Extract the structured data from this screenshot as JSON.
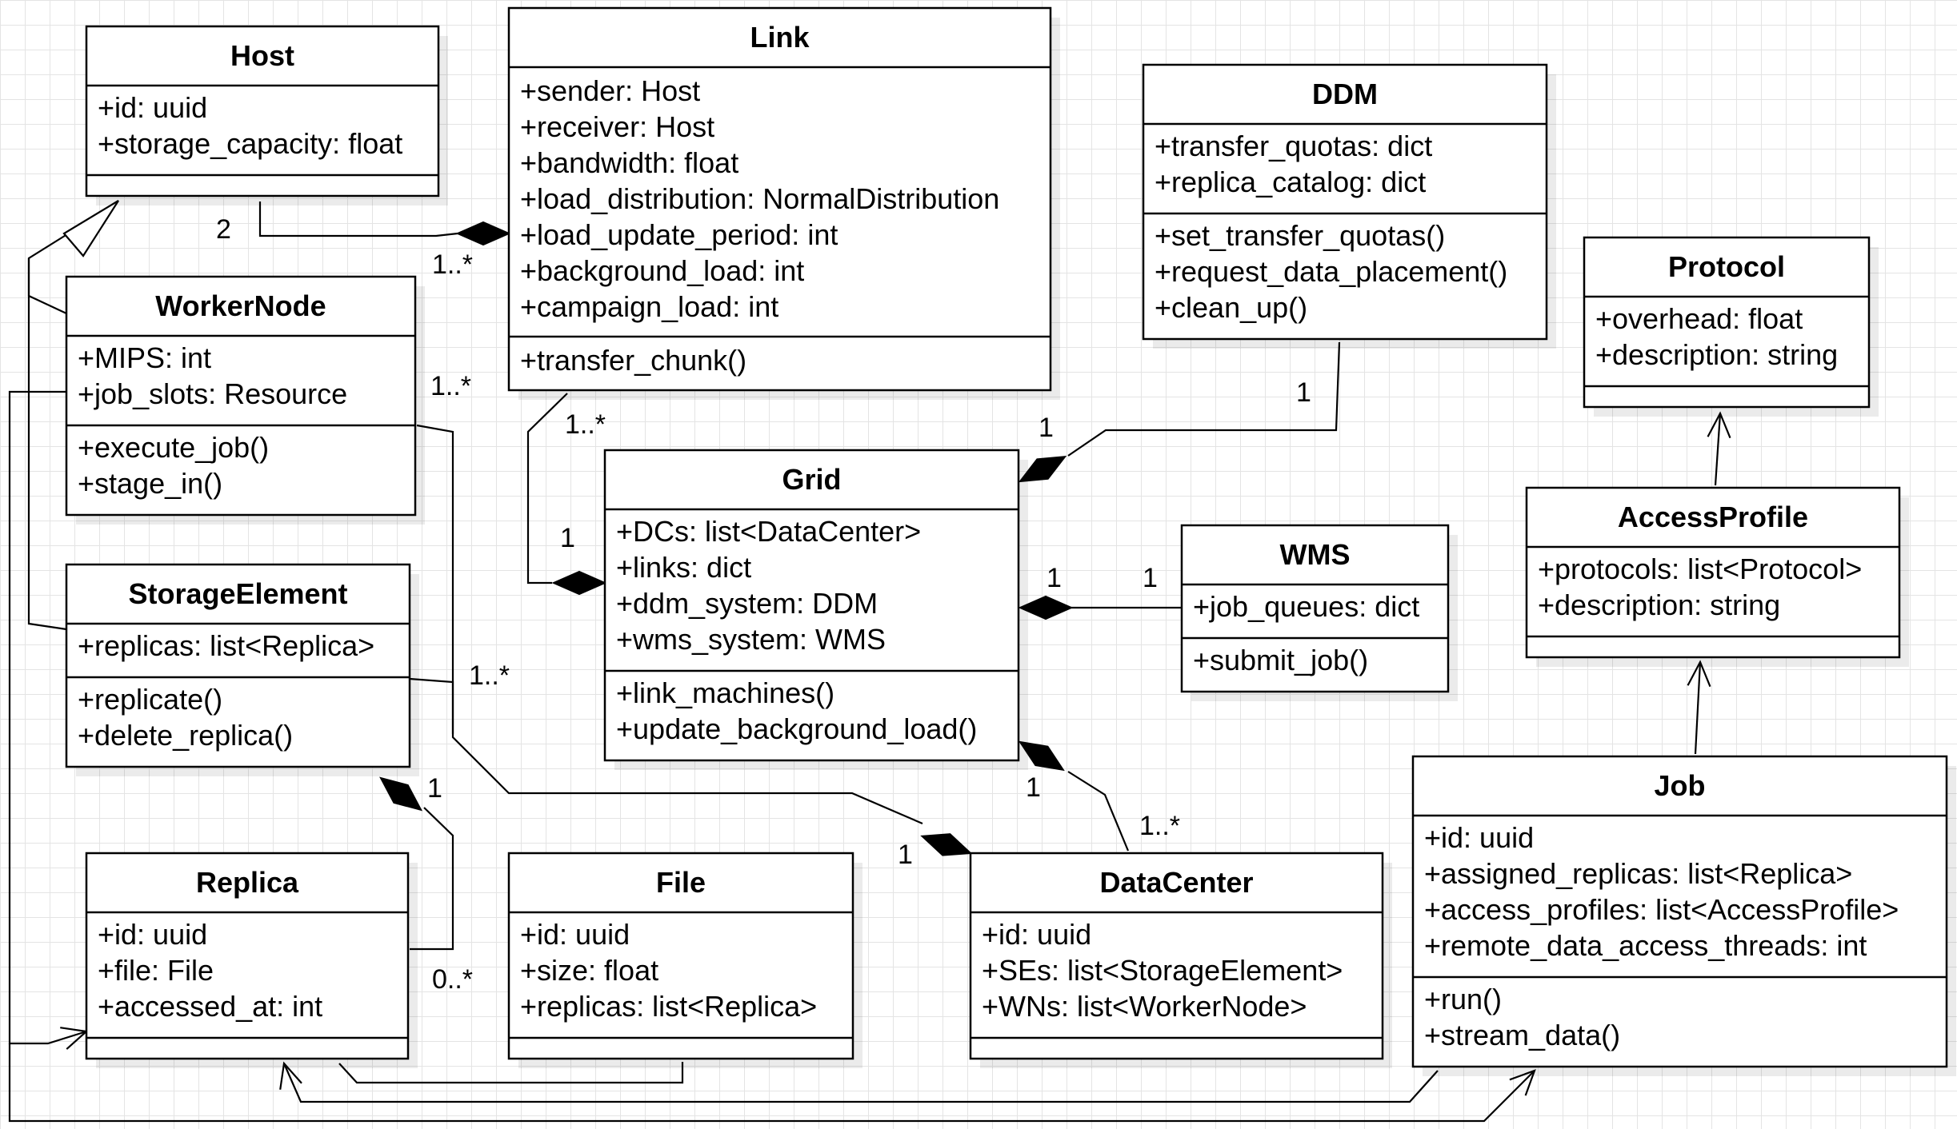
{
  "classes": [
    {
      "id": "host",
      "name": "Host",
      "attributes": [
        "+id: uuid",
        "+storage_capacity: float"
      ],
      "methods": []
    },
    {
      "id": "link",
      "name": "Link",
      "attributes": [
        "+sender: Host",
        "+receiver: Host",
        "+bandwidth: float",
        "+load_distribution: NormalDistribution",
        "+load_update_period: int",
        "+background_load: int",
        "+campaign_load: int"
      ],
      "methods": [
        "+transfer_chunk()"
      ]
    },
    {
      "id": "ddm",
      "name": "DDM",
      "attributes": [
        "+transfer_quotas: dict",
        "+replica_catalog: dict"
      ],
      "methods": [
        "+set_transfer_quotas()",
        "+request_data_placement()",
        "+clean_up()"
      ]
    },
    {
      "id": "protocol",
      "name": "Protocol",
      "attributes": [
        "+overhead: float",
        "+description: string"
      ],
      "methods": []
    },
    {
      "id": "workernode",
      "name": "WorkerNode",
      "attributes": [
        "+MIPS: int",
        "+job_slots: Resource"
      ],
      "methods": [
        "+execute_job()",
        "+stage_in()"
      ]
    },
    {
      "id": "grid",
      "name": "Grid",
      "attributes": [
        "+DCs: list<DataCenter>",
        "+links: dict",
        "+ddm_system: DDM",
        "+wms_system: WMS"
      ],
      "methods": [
        "+link_machines()",
        "+update_background_load()"
      ]
    },
    {
      "id": "wms",
      "name": "WMS",
      "attributes": [
        "+job_queues: dict"
      ],
      "methods": [
        "+submit_job()"
      ]
    },
    {
      "id": "accessprofile",
      "name": "AccessProfile",
      "attributes": [
        "+protocols: list<Protocol>",
        "+description: string"
      ],
      "methods": []
    },
    {
      "id": "storageelement",
      "name": "StorageElement",
      "attributes": [
        "+replicas: list<Replica>"
      ],
      "methods": [
        "+replicate()",
        "+delete_replica()"
      ]
    },
    {
      "id": "job",
      "name": "Job",
      "attributes": [
        "+id: uuid",
        "+assigned_replicas: list<Replica>",
        "+access_profiles: list<AccessProfile>",
        "+remote_data_access_threads: int"
      ],
      "methods": [
        "+run()",
        "+stream_data()"
      ]
    },
    {
      "id": "replica",
      "name": "Replica",
      "attributes": [
        "+id: uuid",
        "+file: File",
        "+accessed_at: int"
      ],
      "methods": []
    },
    {
      "id": "file",
      "name": "File",
      "attributes": [
        "+id: uuid",
        "+size: float",
        "+replicas: list<Replica>"
      ],
      "methods": []
    },
    {
      "id": "datacenter",
      "name": "DataCenter",
      "attributes": [
        "+id: uuid",
        "+SEs: list<StorageElement>",
        "+WNs: list<WorkerNode>"
      ],
      "methods": []
    }
  ],
  "multiplicities": [
    {
      "id": "host-link-host",
      "text": "2"
    },
    {
      "id": "host-link-link",
      "text": "1..*"
    },
    {
      "id": "link-grid-link",
      "text": "1..*"
    },
    {
      "id": "link-grid-grid",
      "text": "1"
    },
    {
      "id": "ddm-grid-ddm",
      "text": "1"
    },
    {
      "id": "ddm-grid-grid",
      "text": "1"
    },
    {
      "id": "wms-grid-grid",
      "text": "1"
    },
    {
      "id": "wms-grid-wms",
      "text": "1"
    },
    {
      "id": "dc-grid-grid",
      "text": "1"
    },
    {
      "id": "dc-grid-dc",
      "text": "1..*"
    },
    {
      "id": "wn-dc-wn",
      "text": "1..*"
    },
    {
      "id": "se-dc-se",
      "text": "1..*"
    },
    {
      "id": "se-dc-dc",
      "text": "1"
    },
    {
      "id": "replica-se-se",
      "text": "1"
    },
    {
      "id": "replica-se-replica",
      "text": "0..*"
    }
  ]
}
